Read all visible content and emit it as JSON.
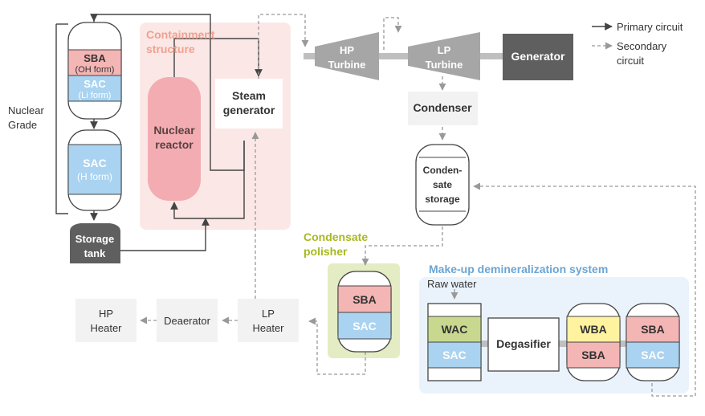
{
  "legend": {
    "primary": "Primary circuit",
    "secondary_line1": "Secondary",
    "secondary_line2": "circuit"
  },
  "nuclear_grade": {
    "line1": "Nuclear",
    "line2": "Grade"
  },
  "containment": {
    "line1": "Containment",
    "line2": "structure"
  },
  "reactor": {
    "line1": "Nuclear",
    "line2": "reactor"
  },
  "steam_generator": {
    "line1": "Steam",
    "line2": "generator"
  },
  "vessel_top": {
    "top_name": "SBA",
    "top_form": "(OH form)",
    "bottom_name": "SAC",
    "bottom_form": "(Li form)"
  },
  "vessel_mid": {
    "name": "SAC",
    "form": "(H form)"
  },
  "storage_tank": {
    "line1": "Storage",
    "line2": "tank"
  },
  "hp_turbine": {
    "line1": "HP",
    "line2": "Turbine"
  },
  "lp_turbine": {
    "line1": "LP",
    "line2": "Turbine"
  },
  "generator": "Generator",
  "condenser": "Condenser",
  "condensate_storage": {
    "line1": "Conden-",
    "line2": "sate",
    "line3": "storage"
  },
  "condensate_polisher": {
    "title_line1": "Condensate",
    "title_line2": "polisher",
    "top": "SBA",
    "bottom": "SAC"
  },
  "heaters": {
    "hp_line1": "HP",
    "hp_line2": "Heater",
    "deaerator": "Deaerator",
    "lp_line1": "LP",
    "lp_line2": "Heater"
  },
  "makeup": {
    "title": "Make-up demineralization system",
    "raw_water": "Raw water",
    "v1_top": "WAC",
    "v1_bottom": "SAC",
    "degasifier": "Degasifier",
    "v2_top": "WBA",
    "v2_bottom": "SBA",
    "v3_top": "SBA",
    "v3_bottom": "SAC"
  },
  "colors": {
    "sba_pink": "#f4b5b5",
    "sac_blue": "#a9d3f0",
    "wac_green": "#c8d88e",
    "wba_yellow": "#fff3a0",
    "containment_bg": "#fbe8e6",
    "containment_title": "#f2a08f",
    "polisher_bg": "#e3ecc3",
    "polisher_title": "#a9b822",
    "makeup_bg": "#eaf3fb",
    "makeup_title": "#6ba5d3",
    "reactor_pink": "#f3adb2",
    "dark_gray": "#5f5f5f",
    "turbine_gray": "#a6a6a6",
    "box_gray": "#f2f2f2"
  }
}
